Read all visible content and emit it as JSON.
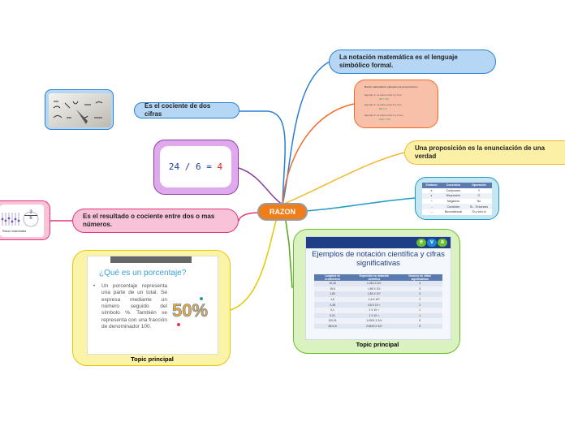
{
  "center": {
    "label": "RAZON"
  },
  "nodes": {
    "notacion": "La notación matemática es el lenguaje simbólico formal.",
    "cociente_cifras": "Es el cociente de dos cifras",
    "proposicion": "Una proposición es la enunciación de una verdad",
    "resultado": "Es el resultado o cociente entre dos o mas números."
  },
  "equation": {
    "lhs": "24 / 6 =",
    "rhs": "4"
  },
  "pink_thumb": {
    "caption": "Razon matematica",
    "fraction_num": "3",
    "fraction_den": "6"
  },
  "orange_card": {
    "lines": [
      "Razón matemática: ejemplos de proporciones",
      "Ejemplo 1: La razón entre 3 y 6 es",
      "Ejemplo 2: La razón entre 8 y 4 es",
      "Ejemplo 3: La razón entre 2 y 10 es"
    ],
    "formulas": [
      "3/6 = 1/2",
      "8/4 = 2",
      "2/10 = 1/5"
    ]
  },
  "logic_table": {
    "headers": [
      "Símbolo",
      "Conectivo",
      "Operación"
    ],
    "rows": [
      [
        "∧",
        "Conjunción",
        "Y"
      ],
      [
        "∨",
        "Disyunción",
        "O"
      ],
      [
        "¬",
        "Negación",
        "No"
      ],
      [
        "→",
        "Condición",
        "Si... Entonces"
      ],
      [
        "↔",
        "Bicondicional",
        "Si y sólo si"
      ]
    ]
  },
  "percent_card": {
    "title": "¿Qué es un porcentaje?",
    "text": "Un porcentaje representa una parte de un total. Se expresa mediante un número seguido del símbolo %. También se representa con una fracción de denominador 100.",
    "art": "50%",
    "caption": "Topic principal"
  },
  "science_card": {
    "logo": "eva",
    "title": "Ejemplos de notación científica y cifras significativas",
    "headers": [
      "Longitud en centímetros",
      "Expresión en notación científica",
      "Número de cifras significativas"
    ],
    "rows": [
      [
        "10,16",
        "1,016 X 10¹",
        "4"
      ],
      [
        "15,5",
        "1,55 X 10¹",
        "3"
      ],
      [
        "1,83",
        "1,83 X 10⁰",
        "3"
      ],
      [
        "1,6",
        "1,6 X 10⁰",
        "2"
      ],
      [
        "0,45",
        "4,5 X 10⁻¹",
        "2"
      ],
      [
        "0,1",
        "1 X 10⁻¹",
        "1"
      ],
      [
        "0,01",
        "1 X 10⁻²",
        "1"
      ],
      [
        "120,01",
        "1,2001 X 10²",
        "5"
      ],
      [
        "2814,0",
        "2,8140 X 10³",
        "5"
      ]
    ],
    "caption": "Topic principal"
  },
  "colors": {
    "center": "#ef7d1a",
    "blue": "#b5d7f5",
    "purple": "#a55ab8",
    "pink": "#f06aa0",
    "orange": "#f26a2a",
    "yellow": "#f5d23a",
    "green": "#6bbf2d",
    "teal": "#35a0c8"
  }
}
